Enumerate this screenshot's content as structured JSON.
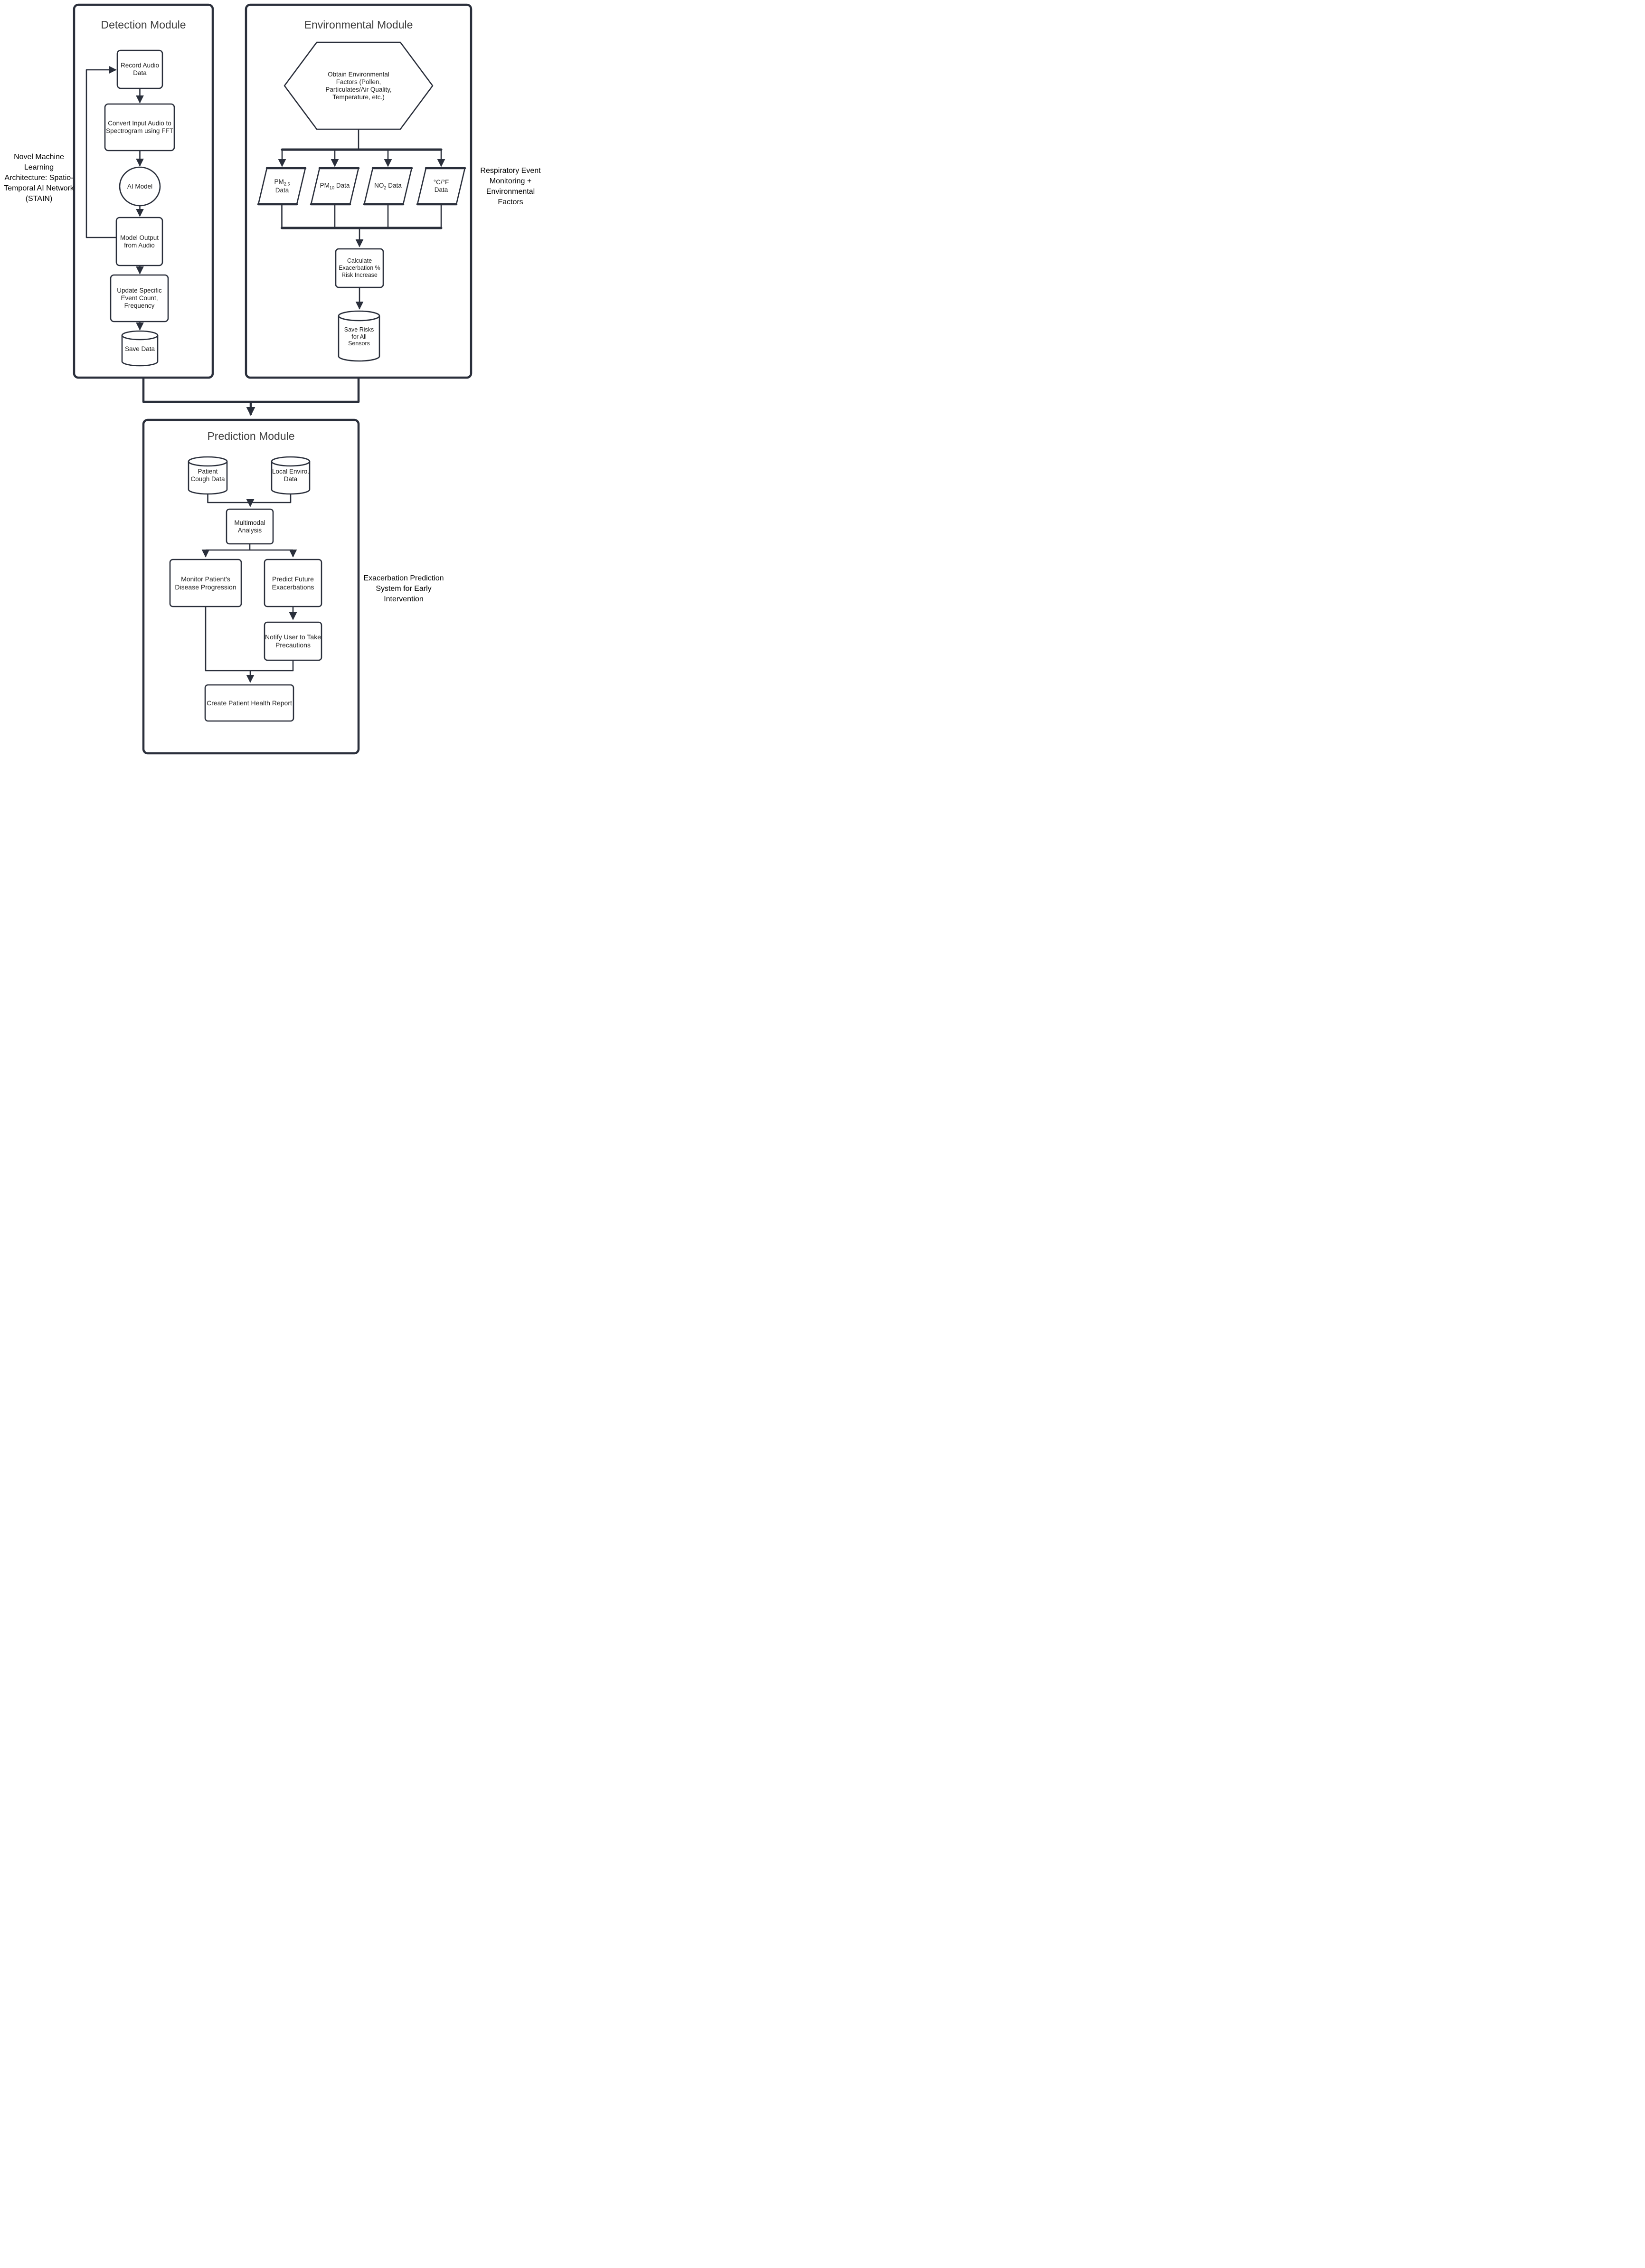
{
  "diagram": {
    "modules": {
      "detection": {
        "title": "Detection Module",
        "side_label": "Novel Machine Learning Architecture: Spatio-Temporal AI Network (STAIN)",
        "nodes": {
          "record": "Record Audio Data",
          "convert": "Convert Input Audio to Spectrogram using FFT",
          "ai_model": "AI Model",
          "model_output": "Model Output from Audio",
          "update": "Update Specific Event Count, Frequency",
          "save": "Save Data"
        }
      },
      "environmental": {
        "title": "Environmental Module",
        "side_label": "Respiratory Event Monitoring + Environmental Factors",
        "nodes": {
          "obtain": "Obtain Environmental Factors (Pollen, Particulates/Air Quality, Temperature, etc.)",
          "pm25": {
            "base": "PM",
            "sub": "2.5",
            "rest": "Data"
          },
          "pm10": {
            "base": "PM",
            "sub": "10",
            "rest": "Data"
          },
          "no2": {
            "base": "NO",
            "sub": "2",
            "rest": "Data"
          },
          "temp": "°C/°F Data",
          "calculate": "Calculate Exacerbation % Risk Increase",
          "save_risks": "Save Risks for All Sensors"
        }
      },
      "prediction": {
        "title": "Prediction Module",
        "side_label": "Exacerbation Prediction System for Early Intervention",
        "nodes": {
          "patient_cough": "Patient Cough Data",
          "local_enviro": "Local Enviro. Data",
          "multimodal": "Multimodal Analysis",
          "monitor": "Monitor Patient's Disease Progression",
          "predict": "Predict Future Exacerbations",
          "notify": "Notify User to Take Precautions",
          "report": "Create Patient Health Report"
        }
      }
    },
    "colors": {
      "line": "#2a2f3b",
      "text": "#1c1c1c",
      "title": "#3d3d3d",
      "background": "#ffffff"
    }
  }
}
